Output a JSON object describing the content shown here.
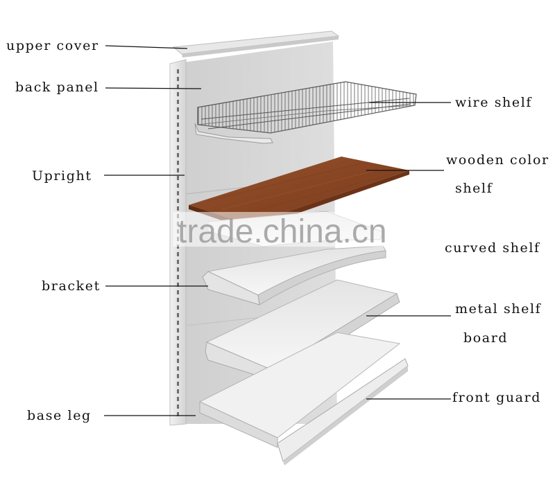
{
  "labels": {
    "upper_cover": "upper cover",
    "back_panel": "back panel",
    "upright": "Upright",
    "bracket": "bracket",
    "base_leg": "base leg",
    "wire_shelf": "wire shelf",
    "wooden_color_line1": "wooden color",
    "wooden_color_line2": "shelf",
    "curved_shelf": "curved shelf",
    "metal_shelf_line1": "metal shelf",
    "metal_shelf_line2": "board",
    "front_guard": "front guard"
  },
  "watermark": "trade.china.cn",
  "colors": {
    "panel": "#d6d6d6",
    "upright": "#e6e6e6",
    "shelf_white": "#eeeeee",
    "wood": "#8a4a28",
    "wire": "#5c5c5c",
    "leader": "#111111"
  }
}
